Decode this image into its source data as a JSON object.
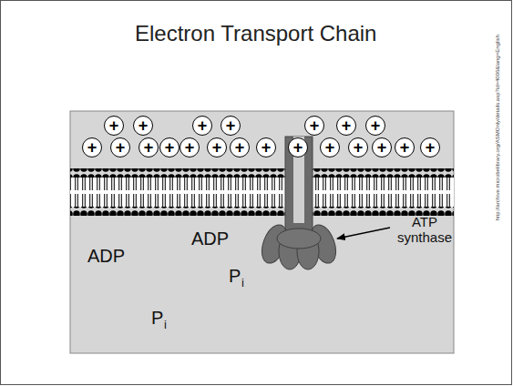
{
  "diagram": {
    "title": "Electron Transport Chain",
    "nodes": [
      {
        "text": [
          "+"
        ]
      },
      {
        "text": [
          "+"
        ]
      },
      {
        "text": [
          "+"
        ]
      },
      {
        "text": [
          "+"
        ]
      },
      {
        "text": [
          "+"
        ]
      },
      {
        "text": [
          "+"
        ]
      },
      {
        "text": [
          "+"
        ]
      },
      {
        "text": [
          "+"
        ]
      },
      {
        "text": [
          "+"
        ]
      },
      {
        "text": [
          "+"
        ]
      },
      {
        "text": [
          "+"
        ]
      },
      {
        "text": [
          "+"
        ]
      },
      {
        "text": [
          "+"
        ]
      },
      {
        "text": [
          "+"
        ]
      },
      {
        "text": [
          "+"
        ]
      },
      {
        "text": [
          "+"
        ]
      },
      {
        "text": [
          "+"
        ]
      },
      {
        "text": [
          "+"
        ]
      },
      {
        "text": [
          "+"
        ]
      },
      {
        "text": [
          "+"
        ]
      },
      {
        "text": [
          "+"
        ]
      }
    ],
    "labels": [
      "ADP",
      "ADP",
      "P",
      "i",
      "P",
      "i",
      "ATP synthase",
      "http://archive.microbelibrary.org/ASMOnly/details.asp?id=4006&lang=English"
    ]
  }
}
